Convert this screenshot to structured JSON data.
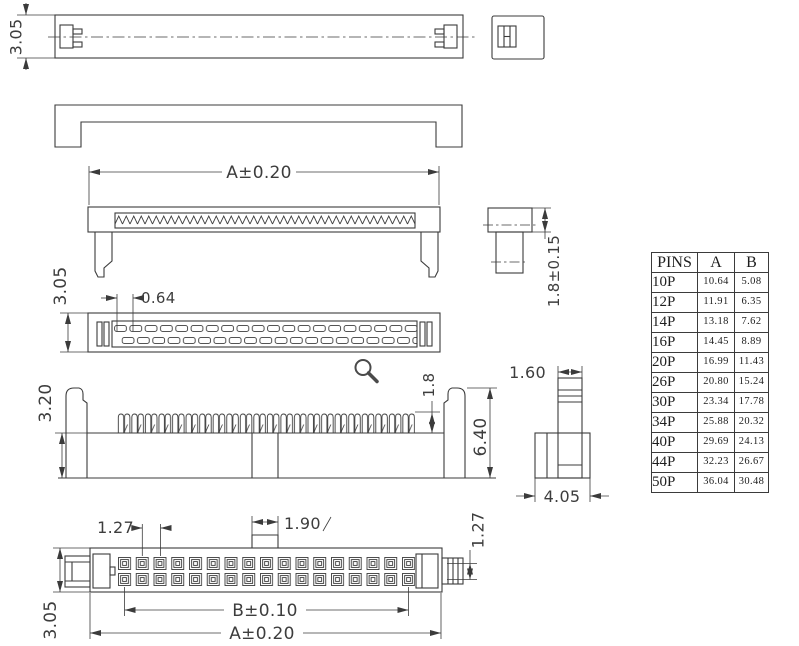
{
  "drawing": {
    "dims": {
      "cable_view_height": "3.05",
      "top_width": "A±0.20",
      "clamp_slot": "1.8±0.15",
      "contact_slot": "0.64",
      "face_height": "3.05",
      "cover_thickness": "3.20",
      "contact_height": "1.8",
      "total_height": "6.40",
      "clamp_width": "1.60",
      "clamp_base_width": "4.05",
      "pin_pitch": "1.27",
      "key_width": "1.90",
      "row_pitch": "1.27",
      "pin_span": "B±0.10",
      "bottom_width": "A±0.20",
      "base_height": "3.05"
    },
    "icons": {
      "magnifier": "circle-with-handle"
    }
  },
  "table": {
    "headers": [
      "PINS",
      "A",
      "B"
    ],
    "rows": [
      [
        "10P",
        "10.64",
        "5.08"
      ],
      [
        "12P",
        "11.91",
        "6.35"
      ],
      [
        "14P",
        "13.18",
        "7.62"
      ],
      [
        "16P",
        "14.45",
        "8.89"
      ],
      [
        "20P",
        "16.99",
        "11.43"
      ],
      [
        "26P",
        "20.80",
        "15.24"
      ],
      [
        "30P",
        "23.34",
        "17.78"
      ],
      [
        "34P",
        "25.88",
        "20.32"
      ],
      [
        "40P",
        "29.69",
        "24.13"
      ],
      [
        "44P",
        "32.23",
        "26.67"
      ],
      [
        "50P",
        "36.04",
        "30.48"
      ]
    ]
  }
}
